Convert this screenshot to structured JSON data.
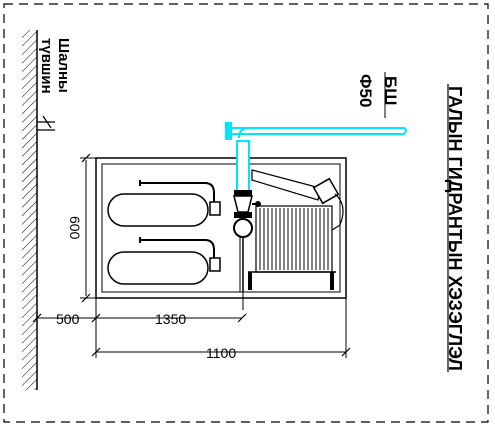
{
  "title": "ГАЛЫН ГИДРАНТЫН ХЭЗЭГЛЭЛ",
  "wall_label": {
    "line1": "Шалны",
    "line2": "түвшин"
  },
  "pipe_label": {
    "diameter": "Ф50",
    "material": "БШ"
  },
  "dimensions": {
    "height": "600",
    "offset": "500",
    "length": "1350",
    "width": "1100"
  },
  "colors": {
    "pipe": "#00e5ff",
    "line": "#000000"
  }
}
